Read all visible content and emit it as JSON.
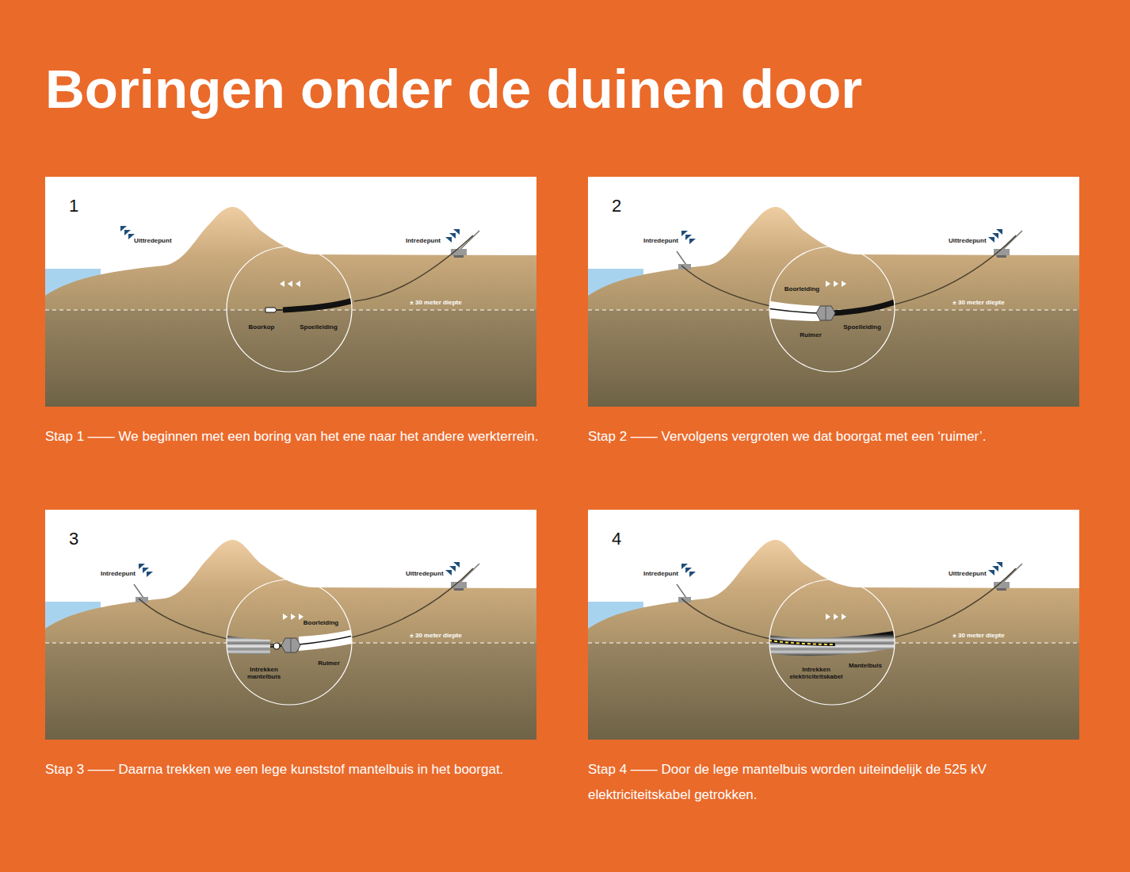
{
  "diagram": {
    "title": "Boringen onder de duinen door",
    "nodes": [
      {
        "text": [
          "1"
        ]
      },
      {
        "text": [
          "Boorkop",
          "Spoelleiding"
        ],
        "in": 0
      },
      {
        "text": [
          "2"
        ]
      },
      {
        "text": [
          "Boorleiding",
          "Ruimer",
          "Spoelleiding"
        ],
        "in": 2
      },
      {
        "text": [
          "3"
        ]
      },
      {
        "text": [
          "Boorleiding",
          "Intrekken mantelbuis",
          "Ruimer"
        ],
        "in": 4
      },
      {
        "text": [
          "4"
        ]
      },
      {
        "text": [
          "Intrekken elektriciteitskabel",
          "Mantelbuis"
        ],
        "in": 6
      }
    ],
    "labels": [
      "Uittredepunt",
      "Intredepunt",
      "± 30 meter diepte",
      "Stap 1 —— We beginnen met een boring van het ene naar het andere werkterrein.",
      "Intredepunt",
      "Uittredepunt",
      "± 30 meter diepte",
      "Stap 2 —— Vervolgens vergroten we dat boorgat met een ‘ruimer’.",
      "Intredepunt",
      "Uittredepunt",
      "± 30 meter diepte",
      "Stap 3 —— Daarna trekken we een lege kunststof mantelbuis in het boorgat.",
      "Intredepunt",
      "Uittredepunt",
      "± 30 meter diepte",
      "Stap 4 —— Door de lege mantelbuis worden uiteindelijk de 525 kV elektriciteitskabel getrokken."
    ]
  }
}
